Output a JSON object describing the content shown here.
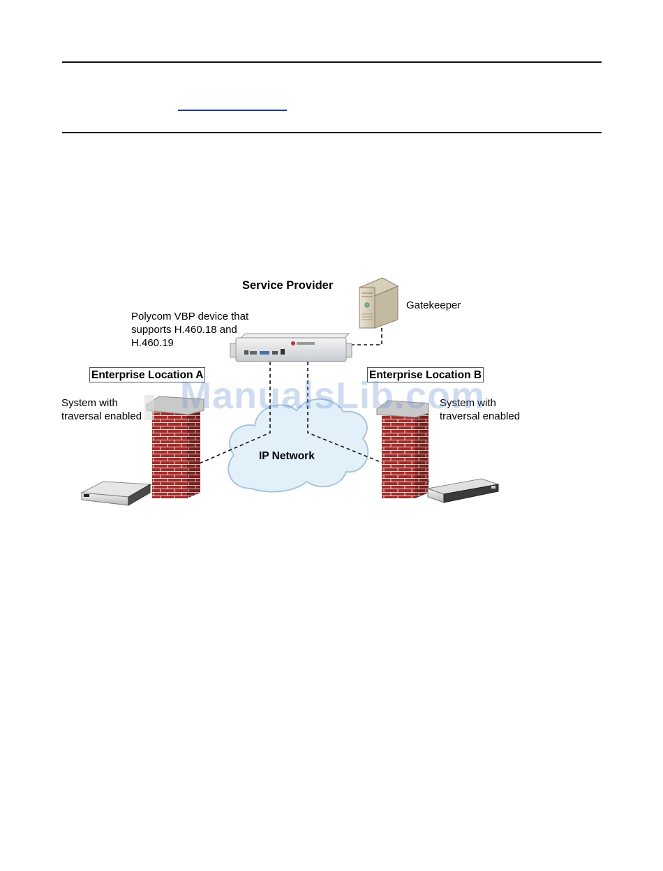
{
  "diagram": {
    "service_provider": "Service Provider",
    "gatekeeper": "Gatekeeper",
    "vbp_line1": "Polycom VBP device that",
    "vbp_line2": "supports H.460.18 and",
    "vbp_line3": "H.460.19",
    "location_a": "Enterprise Location A",
    "location_b": "Enterprise Location B",
    "system_a_line1": "System with",
    "system_a_line2": "traversal enabled",
    "system_b_line1": "System with",
    "system_b_line2": "traversal enabled",
    "ip_network": "IP Network"
  },
  "watermark": "ManualsLib.com",
  "colors": {
    "rule": "#111111",
    "link": "#1a3a9a",
    "brick": "#a52a2a",
    "mortar": "#e8e0d8",
    "cloud": "#e2f0fa",
    "watermark": "#6e96d2"
  }
}
